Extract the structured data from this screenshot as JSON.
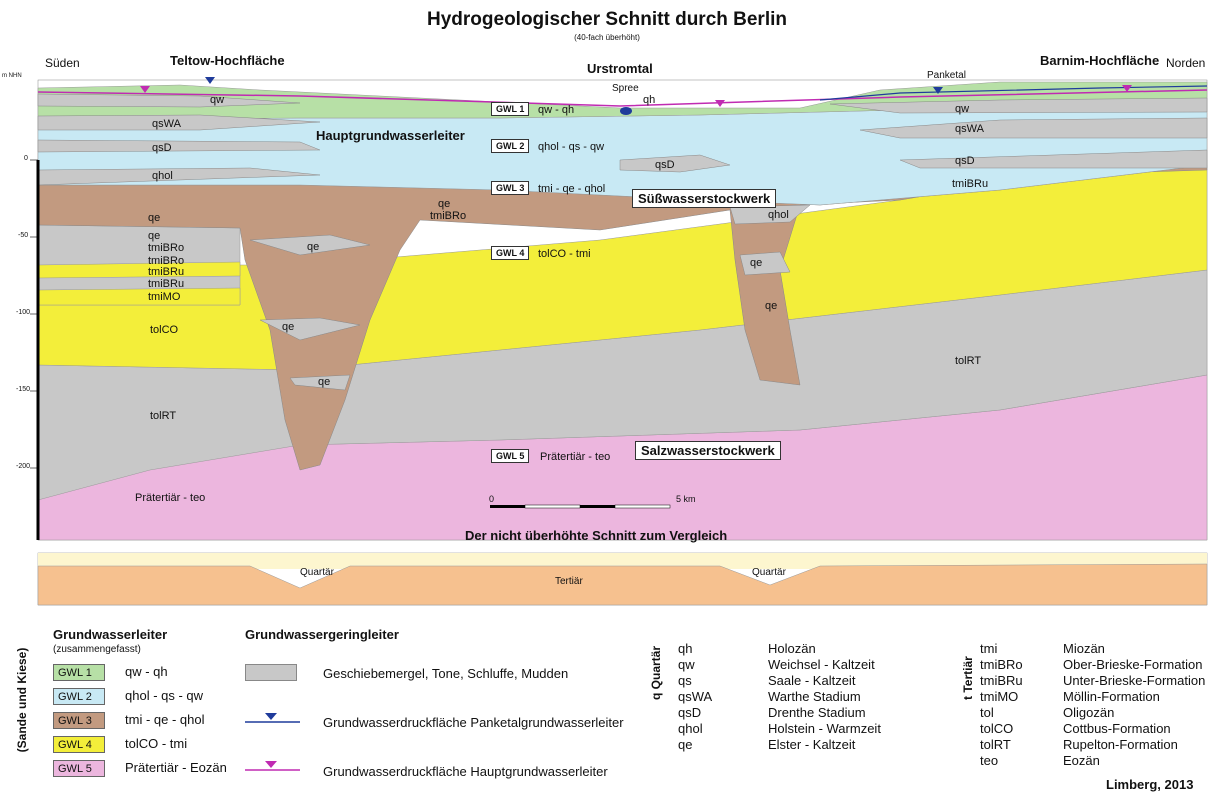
{
  "title": "Hydrogeologischer Schnitt durch Berlin",
  "subtitle": "(40-fach überhöht)",
  "compass": {
    "south": "Süden",
    "north": "Norden"
  },
  "regions": {
    "teltow": "Teltow-Hochfläche",
    "urstromtal": "Urstromtal",
    "barnim": "Barnim-Hochfläche"
  },
  "places": {
    "spree": "Spree",
    "panketal": "Panketal"
  },
  "axis": {
    "unit": "m NHN",
    "ticks": [
      "0",
      "-50",
      "-100",
      "-150",
      "-200"
    ]
  },
  "gwl_boxes": [
    {
      "id": "GWL 1",
      "text": "qw - qh"
    },
    {
      "id": "GWL 2",
      "text": "qhol - qs - qw"
    },
    {
      "id": "GWL 3",
      "text": "tmi - qe - qhol"
    },
    {
      "id": "GWL 4",
      "text": "tolCO - tmi"
    },
    {
      "id": "GWL 5",
      "text": "Prätertiär - teo"
    }
  ],
  "big_labels": {
    "hgwl": "Hauptgrundwasserleiter",
    "suess": "Süßwasserstockwerk",
    "salz": "Salzwasserstockwerk"
  },
  "layer_labels": {
    "qh": "qh",
    "qw": "qw",
    "qsWA": "qsWA",
    "qsD": "qsD",
    "qhol": "qhol",
    "qe": "qe",
    "tmiBRo": "tmiBRo",
    "tmiBRu": "tmiBRu",
    "tmiMO": "tmiMO",
    "tolCO": "tolCO",
    "tolRT": "tolRT",
    "teo": "Prätertiär - teo"
  },
  "scale": {
    "start": "0",
    "end": "5 km"
  },
  "compare": {
    "title": "Der nicht überhöhte Schnitt zum Vergleich",
    "quartaer": "Quartär",
    "tertiaer": "Tertiär"
  },
  "legend": {
    "side_label": "(Sande und Kiese)",
    "aquifer_title": "Grundwasserleiter",
    "aquifer_sub": "(zusammengefasst)",
    "aquifers": [
      {
        "id": "GWL 1",
        "text": "qw - qh",
        "color": "#b7e0a6"
      },
      {
        "id": "GWL 2",
        "text": "qhol - qs - qw",
        "color": "#c8e9f4"
      },
      {
        "id": "GWL 3",
        "text": "tmi - qe - qhol",
        "color": "#c29a80"
      },
      {
        "id": "GWL 4",
        "text": "tolCO - tmi",
        "color": "#f3ee3a"
      },
      {
        "id": "GWL 5",
        "text": "Prätertiär - Eozän",
        "color": "#ecb6de"
      }
    ],
    "aquitard_title": "Grundwassergeringleiter",
    "aquitard_text": "Geschiebemergel, Tone, Schluffe, Mudden",
    "panketal_line": "Grundwasserdruckfläche Panketalgrundwasserleiter",
    "haupt_line": "Grundwasserdruckfläche Hauptgrundwasserleiter",
    "quartaer_heading": "q Quartär",
    "quartaer": [
      {
        "code": "qh",
        "name": "Holozän"
      },
      {
        "code": "qw",
        "name": "Weichsel - Kaltzeit"
      },
      {
        "code": "qs",
        "name": "Saale - Kaltzeit"
      },
      {
        "code": "qsWA",
        "name": "Warthe Stadium"
      },
      {
        "code": "qsD",
        "name": "Drenthe Stadium"
      },
      {
        "code": "qhol",
        "name": "Holstein - Warmzeit"
      },
      {
        "code": "qe",
        "name": "Elster - Kaltzeit"
      }
    ],
    "tertiaer_heading": "t Tertiär",
    "tertiaer": [
      {
        "code": "tmi",
        "name": "Miozän"
      },
      {
        "code": "tmiBRo",
        "name": "Ober-Brieske-Formation"
      },
      {
        "code": "tmiBRu",
        "name": "Unter-Brieske-Formation"
      },
      {
        "code": "tmiMO",
        "name": "Möllin-Formation"
      },
      {
        "code": "tol",
        "name": "Oligozän"
      },
      {
        "code": "tolCO",
        "name": "Cottbus-Formation"
      },
      {
        "code": "tolRT",
        "name": "Rupelton-Formation"
      },
      {
        "code": "teo",
        "name": "Eozän"
      }
    ]
  },
  "author": "Limberg, 2013",
  "colors": {
    "gwl1": "#b7e0a6",
    "gwl2": "#c8e9f4",
    "gwl3": "#c29a80",
    "gwl4": "#f3ee3a",
    "gwl5": "#ecb6de",
    "aquitard": "#c8c8c8",
    "tertiaer": "#f6c18f",
    "quartaer": "#fdf6cf",
    "pressure_blue": "#1f3b9b",
    "pressure_magenta": "#c02bb2"
  }
}
